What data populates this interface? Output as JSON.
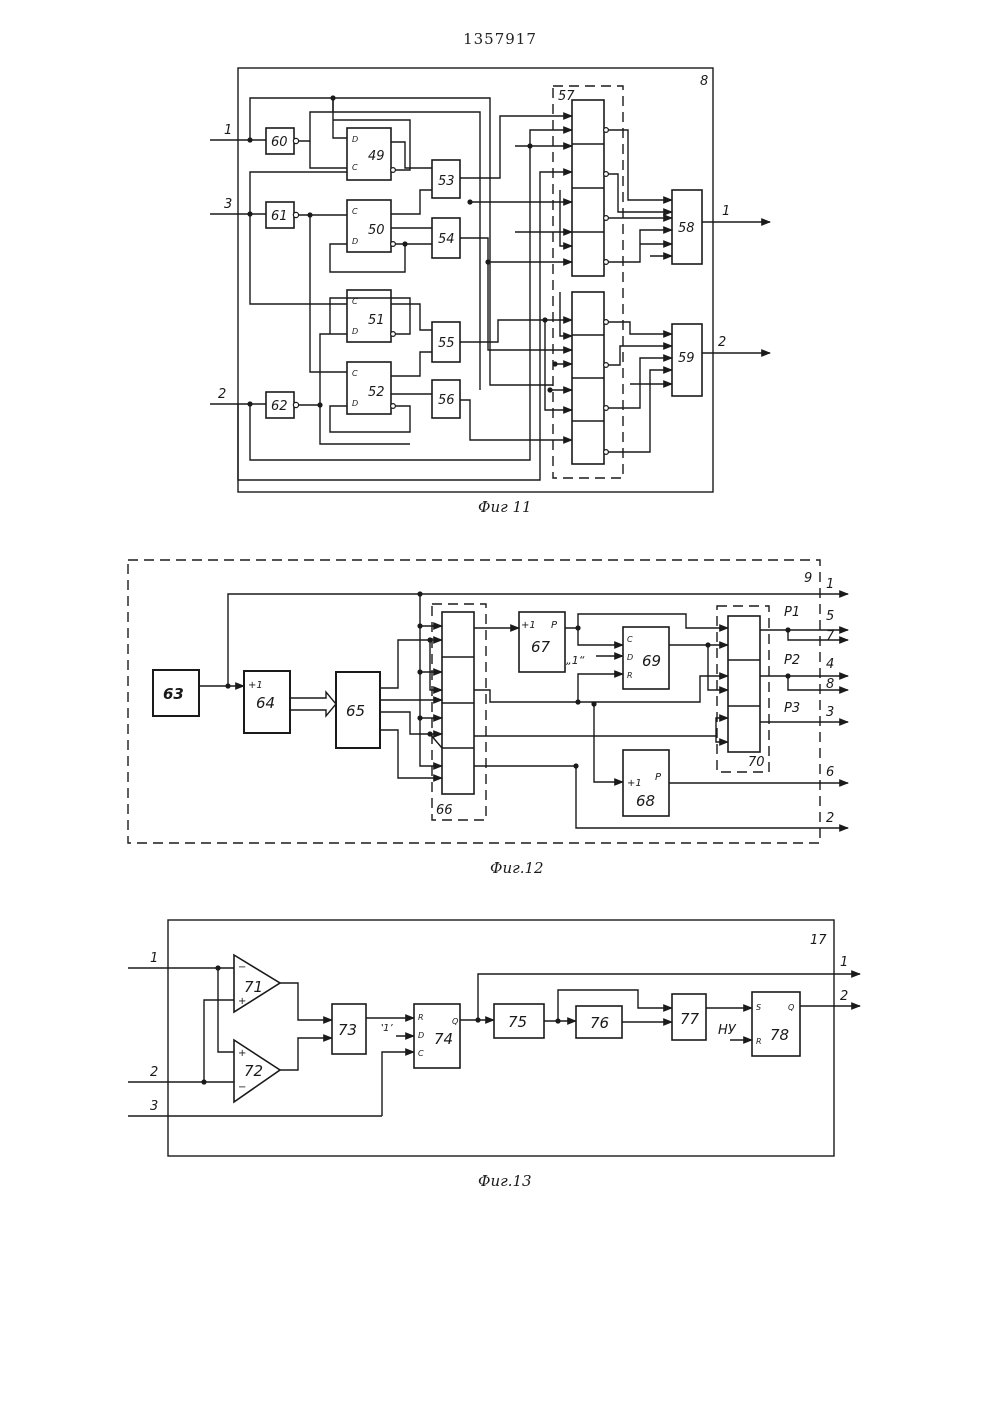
{
  "page_number": "1357917",
  "fig11": {
    "caption": "Фиг 11",
    "frame_label": "8",
    "block_57_label": "57",
    "inputs": [
      "1",
      "3",
      "2"
    ],
    "outputs": [
      "1",
      "2"
    ],
    "blocks": {
      "b60": "60",
      "b61": "61",
      "b62": "62",
      "b49": "49",
      "b50": "50",
      "b51": "51",
      "b52": "52",
      "b53": "53",
      "b54": "54",
      "b55": "55",
      "b56": "56",
      "b58": "58",
      "b59": "59"
    },
    "pins": {
      "D": "D",
      "C": "C"
    }
  },
  "fig12": {
    "caption": "Фиг.12",
    "frame_label": "9",
    "blocks": {
      "b63": "63",
      "b64": "64",
      "b65": "65",
      "b66": "66",
      "b67": "67",
      "b68": "68",
      "b69": "69",
      "b70": "70"
    },
    "counter_prefix": "+1",
    "p_label": "P",
    "one_label": "„1“",
    "pins": {
      "C": "C",
      "D": "D",
      "R": "R"
    },
    "p1": "P1",
    "p2": "P2",
    "p3": "P3",
    "outputs": [
      "1",
      "5",
      "7",
      "4",
      "8",
      "3",
      "6",
      "2"
    ]
  },
  "fig13": {
    "caption": "Фиг.13",
    "frame_label": "17",
    "inputs": [
      "1",
      "2",
      "3"
    ],
    "outputs": [
      "1",
      "2"
    ],
    "blocks": {
      "b71": "71",
      "b72": "72",
      "b73": "73",
      "b74": "74",
      "b75": "75",
      "b76": "76",
      "b77": "77",
      "b78": "78"
    },
    "one_label": "‛1’",
    "nu_label": "НУ",
    "pins": {
      "R": "R",
      "D": "D",
      "C": "C",
      "Q": "Q",
      "S": "S",
      "minus": "−",
      "plus": "+"
    }
  }
}
